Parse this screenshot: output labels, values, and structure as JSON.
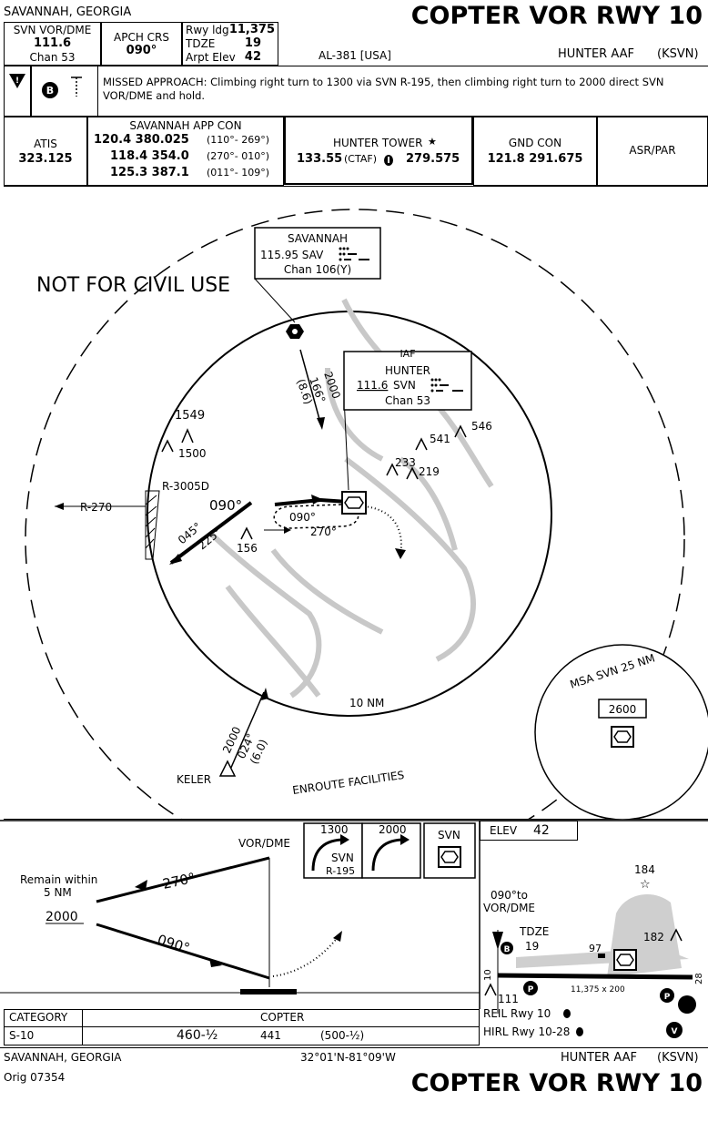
{
  "header": {
    "city": "SAVANNAH, GEORGIA",
    "title": "COPTER VOR RWY 10",
    "nav_label": "SVN VOR/DME",
    "nav_freq": "111.6",
    "nav_chan": "Chan 53",
    "apch_crs_label": "APCH CRS",
    "apch_crs": "090°",
    "rwy_ldg_label": "Rwy ldg",
    "rwy_ldg": "11,375",
    "tdze_label": "TDZE",
    "tdze": "19",
    "arpt_elev_label": "Arpt Elev",
    "arpt_elev": "42",
    "chart_id": "AL-381 [USA]",
    "airport": "HUNTER AAF",
    "airport_code": "(KSVN)"
  },
  "missed_approach": {
    "text_line1": "MISSED APPROACH:  Climbing right turn to 1300 via SVN R-195, then climbing right turn to 2000 direct SVN",
    "text_line2": "VOR/DME and hold.",
    "badge": "B"
  },
  "comms": {
    "atis_label": "ATIS",
    "atis_freq": "323.125",
    "app_label": "SAVANNAH APP CON",
    "app_row1": "120.4  380.025",
    "app_row1_sector": "(110°- 269°)",
    "app_row2": "118.4  354.0",
    "app_row2_sector": "(270°- 010°)",
    "app_row3": "125.3  387.1",
    "app_row3_sector": "(011°- 109°)",
    "tower_label": "HUNTER TOWER",
    "tower_star": "★",
    "tower_freq1": "133.55",
    "tower_ctaf": "(CTAF)",
    "tower_freq2": "279.575",
    "gnd_label": "GND CON",
    "gnd_freq": "121.8  291.675",
    "asr_label": "ASR/PAR"
  },
  "plan": {
    "not_for_civil": "NOT FOR CIVIL USE",
    "sav_name": "SAVANNAH",
    "sav_freq": "115.95 SAV",
    "sav_chan": "Chan 106(Y)",
    "iaf_label": "IAF",
    "svn_name": "HUNTER",
    "svn_freq": "111.6",
    "svn_id": "SVN",
    "svn_chan": "Chan 53",
    "inbound_alt": "2000",
    "inbound_crs": "166°",
    "inbound_dist": "(8.6)",
    "radial_270": "R-270",
    "radial_3005": "R-3005D",
    "crs_090": "090°",
    "hold_090": "090°",
    "hold_270": "270°",
    "arc_045": "045°",
    "arc_225": "225°",
    "obst_1549": "1549",
    "obst_1500": "1500",
    "obst_541": "541",
    "obst_546": "546",
    "obst_233": "233",
    "obst_219": "219",
    "obst_156": "156",
    "ring_10nm": "10 NM",
    "keler": "KELER",
    "keler_alt": "2000",
    "keler_crs": "024°",
    "keler_dist": "(6.0)",
    "enroute": "ENROUTE FACILITIES",
    "msa_label": "MSA  SVN  25 NM",
    "msa_alt": "2600"
  },
  "profile": {
    "vor_dme": "VOR/DME",
    "remain_l1": "Remain within",
    "remain_l2": "5 NM",
    "remain_alt": "2000",
    "crs_270": "270°",
    "crs_090": "090°",
    "icon1_alt": "1300",
    "icon1_fix": "SVN",
    "icon1_radial": "R-195",
    "icon2_alt": "2000",
    "icon3_label": "SVN"
  },
  "minima": {
    "category_label": "CATEGORY",
    "copter_label": "COPTER",
    "row_label": "S-10",
    "mda": "460-½",
    "hat": "441",
    "hat_paren": "(500-½)"
  },
  "airport_diag": {
    "elev_label": "ELEV",
    "elev": "42",
    "crs_note_l1": "090°to",
    "crs_note_l2": "VOR/DME",
    "tdze_label": "TDZE",
    "tdze": "19",
    "obst_184": "184",
    "obst_182": "182",
    "obst_97": "97",
    "obst_111": "111",
    "rwy_dims": "11,375 x 200",
    "rwy_10": "10",
    "rwy_28": "28",
    "reil": "REIL Rwy 10",
    "hirl": "HIRL Rwy 10-28"
  },
  "footer": {
    "city": "SAVANNAH, GEORGIA",
    "coords": "32°01'N-81°09'W",
    "airport": "HUNTER AAF",
    "airport_code": "(KSVN)",
    "orig": "Orig  07354",
    "title": "COPTER VOR RWY 10"
  }
}
